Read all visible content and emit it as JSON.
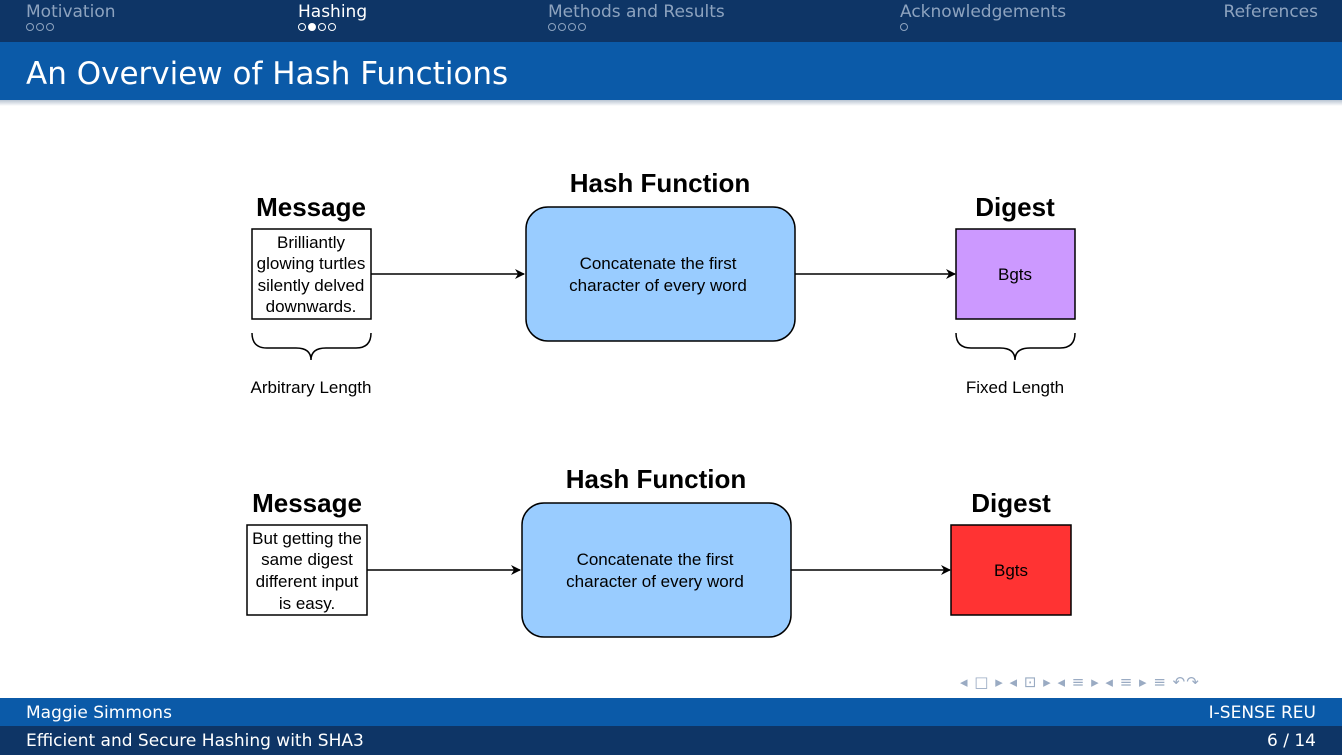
{
  "nav": {
    "sections": [
      {
        "label": "Motivation",
        "dots": 3,
        "filled": -1,
        "active": false
      },
      {
        "label": "Hashing",
        "dots": 4,
        "filled": 1,
        "active": true
      },
      {
        "label": "Methods and Results",
        "dots": 4,
        "filled": -1,
        "active": false
      },
      {
        "label": "Acknowledgements",
        "dots": 1,
        "filled": -1,
        "active": false
      },
      {
        "label": "References",
        "dots": 0,
        "filled": -1,
        "active": false
      }
    ]
  },
  "slide": {
    "title": "An Overview of Hash Functions"
  },
  "diagram": {
    "rows": [
      {
        "message_heading": "Message",
        "message_lines": [
          "Brilliantly",
          "glowing turtles",
          "silently delved",
          "downwards."
        ],
        "hash_heading": "Hash Function",
        "hash_lines": [
          "Concatenate the first",
          "character of every word"
        ],
        "digest_heading": "Digest",
        "digest_text": "Bgts",
        "digest_color": "#cc99ff",
        "message_caption": "Arbitrary Length",
        "digest_caption": "Fixed Length"
      },
      {
        "message_heading": "Message",
        "message_lines": [
          "But getting the",
          "same digest",
          "different input",
          "is easy."
        ],
        "hash_heading": "Hash Function",
        "hash_lines": [
          "Concatenate the first",
          "character of every word"
        ],
        "digest_heading": "Digest",
        "digest_text": "Bgts",
        "digest_color": "#ff3333"
      }
    ],
    "hash_fill": "#99ccff"
  },
  "navigation_symbols": "◂ □ ▸ ◂ ⊡ ▸ ◂ ≡ ▸ ◂ ≡ ▸   ≡   ↶↷",
  "footer": {
    "author": "Maggie Simmons",
    "institute": "I-SENSE REU",
    "talk_title": "Efficient and Secure Hashing with SHA3",
    "page": "6 / 14"
  }
}
